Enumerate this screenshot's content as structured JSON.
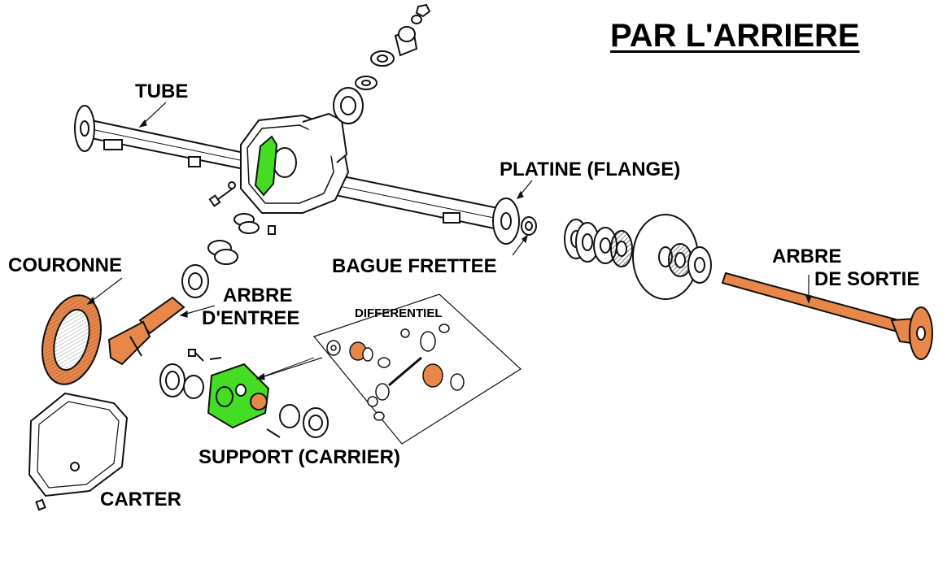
{
  "title": "PAR L'ARRIERE",
  "labels": {
    "tube": "TUBE",
    "platine": "PLATINE (FLANGE)",
    "bague": "BAGUE FRETTEE",
    "arbre_sortie_1": "ARBRE",
    "arbre_sortie_2": "DE SORTIE",
    "couronne": "COURONNE",
    "arbre_entree_1": "ARBRE",
    "arbre_entree_2": "D'ENTREE",
    "differentiel": "DIFFERENTIEL",
    "support": "SUPPORT (CARRIER)",
    "carter": "CARTER"
  },
  "colors": {
    "highlight_orange": "#e8874a",
    "highlight_green": "#44dd22",
    "line": "#111111"
  }
}
